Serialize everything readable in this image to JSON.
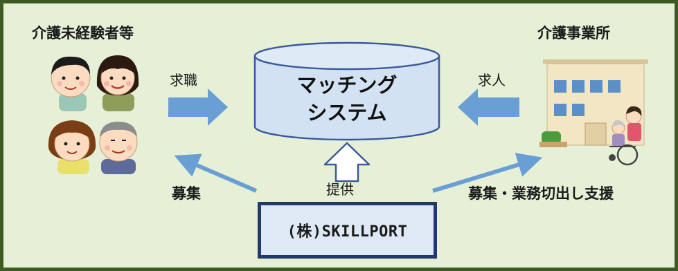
{
  "left_group": {
    "title": "介護未経験者等"
  },
  "right_group": {
    "title": "介護事業所"
  },
  "system": {
    "line1": "マッチング",
    "line2": "システム"
  },
  "flows": {
    "seeker_to_system": "求職",
    "facility_to_system": "求人",
    "company_to_seekers": "募集",
    "company_to_system": "提供",
    "company_to_facility": "募集・業務切出し支援"
  },
  "company": {
    "name": "(株)SKILLPORT"
  },
  "icons": {
    "people": "people-illustration",
    "facility": "care-facility-building-illustration",
    "system": "database-cylinder"
  },
  "colors": {
    "background": "#e6f0d6",
    "border": "#3d5a22",
    "arrow": "#6a9fd6",
    "cylinder": "#d3e2f3",
    "company_border": "#223a6a"
  }
}
